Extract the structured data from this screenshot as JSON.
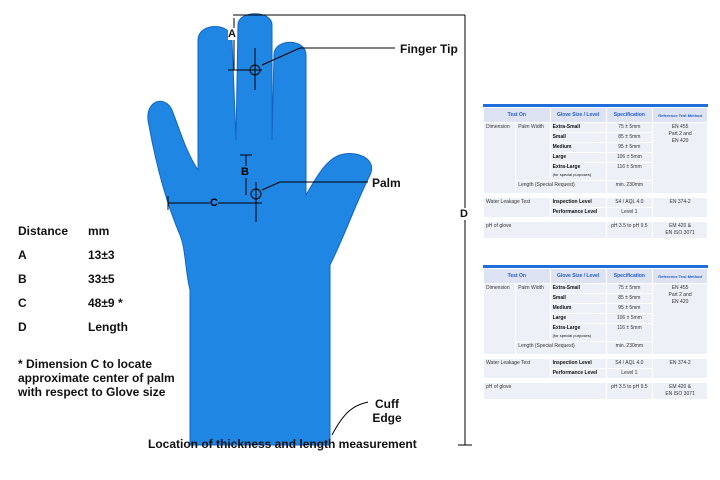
{
  "labels": {
    "finger_tip": "Finger Tip",
    "palm": "Palm",
    "cuff_edge_1": "Cuff",
    "cuff_edge_2": "Edge",
    "a": "A",
    "b": "B",
    "c": "C",
    "d": "D"
  },
  "distance_table": {
    "header": [
      "Distance",
      "mm"
    ],
    "rows": [
      [
        "A",
        "13±3"
      ],
      [
        "B",
        "33±5"
      ],
      [
        "C",
        "48±9 *"
      ],
      [
        "D",
        "Length"
      ]
    ]
  },
  "note": [
    "* Dimension C to locate",
    "approximate center of palm",
    "with respect to Glove size"
  ],
  "caption": "Location of thickness and length measurement",
  "spec_table": {
    "headers": [
      "Test On",
      "Glove Size / Level",
      "Specification",
      "Reference Test Method"
    ],
    "dimension": "Dimension",
    "palm_width": "Palm Width",
    "sizes": [
      [
        "Extra-Small",
        "75 ± 5mm"
      ],
      [
        "Small",
        "85 ± 5mm"
      ],
      [
        "Medium",
        "95 ± 5mm"
      ],
      [
        "Large",
        "106 ± 5mm"
      ],
      [
        "Extra-Large",
        "116 ± 5mm"
      ]
    ],
    "xl_note": "(for special purposes)",
    "dim_ref": [
      "EN 455",
      "Part 2 and",
      "EN 420"
    ],
    "length": "Length (Special Request)",
    "length_spec": "min. 230mm",
    "water": "Water Leakage Test",
    "inspection": "Inspection Level",
    "inspection_spec": "S4 / AQL 4.0",
    "performance": "Performance Level",
    "performance_spec": "Level 1",
    "water_ref": "EN 374-2",
    "ph": "pH of glove",
    "ph_spec": "pH 3.5 to pH 9.5",
    "ph_ref": [
      "EM 420 &",
      "EN ISO 3071"
    ]
  },
  "colors": {
    "glove": "#1e88e5",
    "accent": "#1e6fd9"
  }
}
